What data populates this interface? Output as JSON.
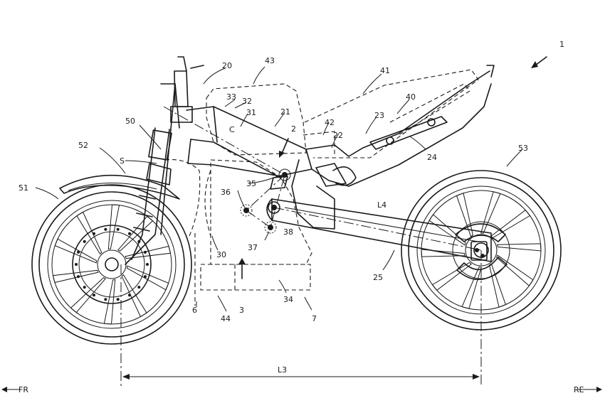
{
  "figure": {
    "ref_numbers": {
      "r1": "1",
      "r2": "2",
      "r3": "3",
      "r6": "6",
      "r7": "7",
      "r20": "20",
      "r21": "21",
      "r22": "22",
      "r23": "23",
      "r24": "24",
      "r25": "25",
      "r30": "30",
      "r31": "31",
      "r32": "32",
      "r33": "33",
      "r34": "34",
      "r35": "35",
      "r36": "36",
      "r37": "37",
      "r38": "38",
      "r40": "40",
      "r41": "41",
      "r42": "42",
      "r43": "43",
      "r44": "44",
      "r50": "50",
      "r51": "51",
      "r52": "52",
      "r53": "53"
    },
    "letters": {
      "C": "C",
      "S": "S",
      "L4": "L4",
      "L3": "L3"
    },
    "directions": {
      "front": "FR",
      "rear": "RE"
    }
  }
}
